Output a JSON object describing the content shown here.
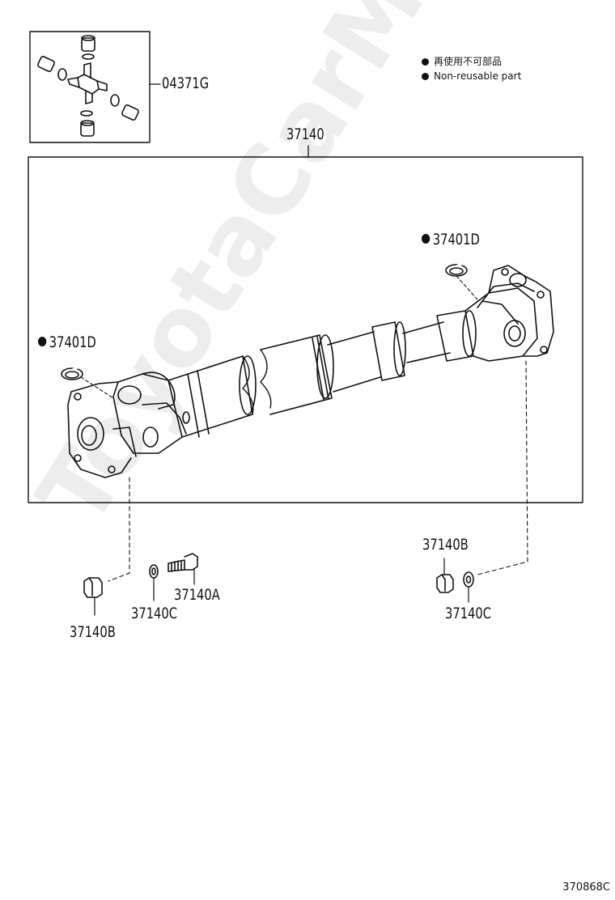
{
  "labels": {
    "kit_part": "04371G",
    "assembly": "37140",
    "snap_ring_rear": "37401D",
    "snap_ring_front": "37401D",
    "nut_left": "37140B",
    "washer_left": "37140C",
    "bolt": "37140A",
    "nut_right": "37140B",
    "washer_right": "37140C"
  },
  "legend": {
    "japanese": "再使用不可部品",
    "english": "Non-reusable part"
  },
  "diagram_code": "370868C",
  "watermark": "ToyotaCarMire.ru"
}
